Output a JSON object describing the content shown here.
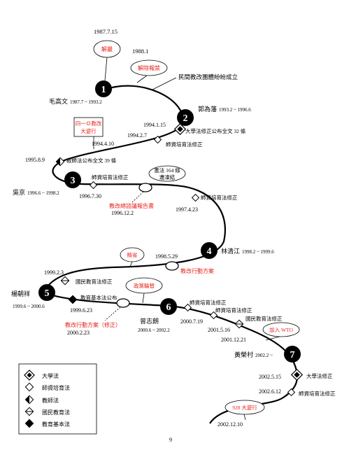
{
  "nodes": [
    {
      "num": "1",
      "minister": "毛高文",
      "term": "1987.7 ~ 1993.2"
    },
    {
      "num": "2",
      "minister": "郭為藩",
      "term": "1993.2 ~ 1996.6"
    },
    {
      "num": "3",
      "minister": "吳京",
      "term": "1996.6 ~ 1998.2"
    },
    {
      "num": "4",
      "minister": "林清江",
      "term": "1998.2 ~ 1999.6"
    },
    {
      "num": "5",
      "minister": "楊朝祥",
      "term": "1999.6 ~ 2000.6"
    },
    {
      "num": "6",
      "minister": "曾志朗",
      "term": "2000.6 ~ 2002.2"
    },
    {
      "num": "7",
      "minister": "黃榮村",
      "term": "2002.2 ~"
    }
  ],
  "dates": {
    "d1987": "1987.7.15",
    "d1988": "1988.1",
    "d1994_1_15": "1994.1.15",
    "d1994_2_7": "1994.2.7",
    "d1994_4_10": "1994.4.10",
    "d1995_8_9": "1995.8.9",
    "d1996_7_30": "1996.7.30",
    "d1996_12_2": "1996.12.2",
    "d1997_4_23": "1997.4.23",
    "d1998_5_29": "1998.5.29",
    "d1999_2_3": "1999.2.3",
    "d1999_6_23": "1999.6.23",
    "d2000_2_23": "2000.2.23",
    "d2000_7_19": "2000.7.19",
    "d2001_5_16": "2001.5.16",
    "d2001_12_21": "2001.12.21",
    "d2002_5_15": "2002.5.15",
    "d2002_6_12": "2002.6.12",
    "d2002_12_10": "2002.12.10"
  },
  "events": {
    "jieyan": "解嚴",
    "jiechu_baojin": "解除報禁",
    "minjian": "民間教改團體紛紛成立",
    "daxue_quanwen": "大學法修正公布全文 32 條",
    "shizi_xiuzheng_1": "師資培育法修正",
    "sishiyi_l1": "四一Ｏ教改",
    "sishiyi_l2": "大遊行",
    "jiaoshi_fa": "教師法公布全文 39 條",
    "shizi_xiuzheng_2": "師資培育法修正",
    "xianfa_l1": "憲法 164 條",
    "xianfa_l2": "遭凍結",
    "shizi_xiuzheng_3": "師資培育法修正",
    "zongzi_baogao": "教改總諮議報告書",
    "jingsheng": "精省",
    "xingdong_fangan": "教改行動方案",
    "guomin_1": "國民教育法修正",
    "zhengdang": "政黨輪替",
    "jiben_fa": "教育基本法公布",
    "xingdong_xiuzheng": "教改行動方案（修正）",
    "shizi_xiuzheng_4": "師資培育法修正",
    "shizi_xiuzheng_5": "師資培育法修正",
    "guomin_2": "國民教育法修正",
    "wto": "加入 WTO",
    "daxue_xiuzheng": "大學法修正",
    "shizi_xiuzheng_6": "師資培育法修正",
    "youxing_928": "928 大遊行"
  },
  "legend": [
    {
      "icon": "double-diamond",
      "label": "大學法"
    },
    {
      "icon": "white-diamond",
      "label": "師資培育法"
    },
    {
      "icon": "split-diamond",
      "label": "教師法"
    },
    {
      "icon": "line-diamond",
      "label": "國民教育法"
    },
    {
      "icon": "black-diamond",
      "label": "教育基本法"
    }
  ],
  "page_number": "9",
  "colors": {
    "event_red": "#e8231b",
    "line": "#000000"
  }
}
